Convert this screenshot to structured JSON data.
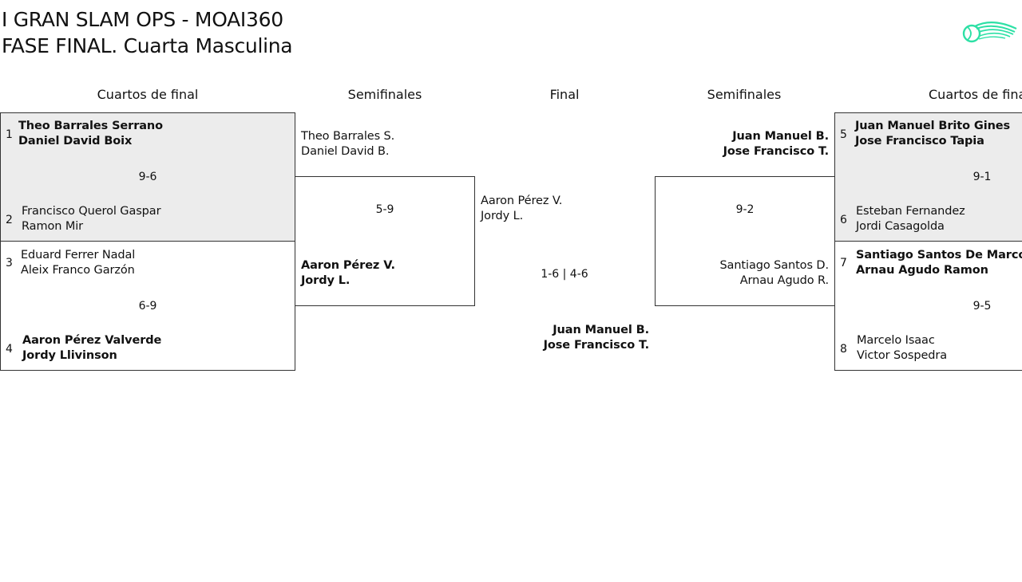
{
  "header": {
    "title_line1": "I GRAN SLAM OPS - MOAI360",
    "title_line2": "FASE FINAL. Cuarta Masculina",
    "logo": "tennis-ball-logo-icon",
    "accent_color": "#2de0a5"
  },
  "rounds": {
    "left_qf": "Cuartos de final",
    "left_sf": "Semifinales",
    "final": "Final",
    "right_sf": "Semifinales",
    "right_qf": "Cuartos de final"
  },
  "quarterfinals": [
    {
      "seed_a": "1",
      "a1": "Theo Barrales Serrano",
      "a2": "Daniel David Boix",
      "seed_b": "2",
      "b1": "Francisco Querol Gaspar",
      "b2": "Ramon Mir",
      "score": "9-6"
    },
    {
      "seed_a": "3",
      "a1": "Eduard Ferrer Nadal",
      "a2": "Aleix Franco Garzón",
      "seed_b": "4",
      "b1": "Aaron Pérez Valverde",
      "b2": "Jordy Llivinson",
      "score": "6-9"
    },
    {
      "seed_a": "5",
      "a1": "Juan Manuel Brito Gines",
      "a2": "Jose Francisco Tapia",
      "seed_b": "6",
      "b1": "Esteban Fernandez",
      "b2": "Jordi Casagolda",
      "score": "9-1"
    },
    {
      "seed_a": "7",
      "a1": "Santiago Santos De Marcos",
      "a2": "Arnau Agudo Ramon",
      "seed_b": "8",
      "b1": "Marcelo Isaac",
      "b2": "Victor Sospedra",
      "score": "9-5"
    }
  ],
  "semifinals": [
    {
      "a1": "Theo Barrales S.",
      "a2": "Daniel David B.",
      "b1": "Aaron Pérez V.",
      "b2": "Jordy L.",
      "score": "5-9"
    },
    {
      "a1": "Juan Manuel B.",
      "a2": "Jose Francisco T.",
      "b1": "Santiago Santos D.",
      "b2": "Arnau Agudo R.",
      "score": "9-2"
    }
  ],
  "final": {
    "a1": "Aaron Pérez V.",
    "a2": "Jordy L.",
    "score": "1-6 | 4-6",
    "b1": "Juan Manuel B.",
    "b2": "Jose Francisco T."
  }
}
